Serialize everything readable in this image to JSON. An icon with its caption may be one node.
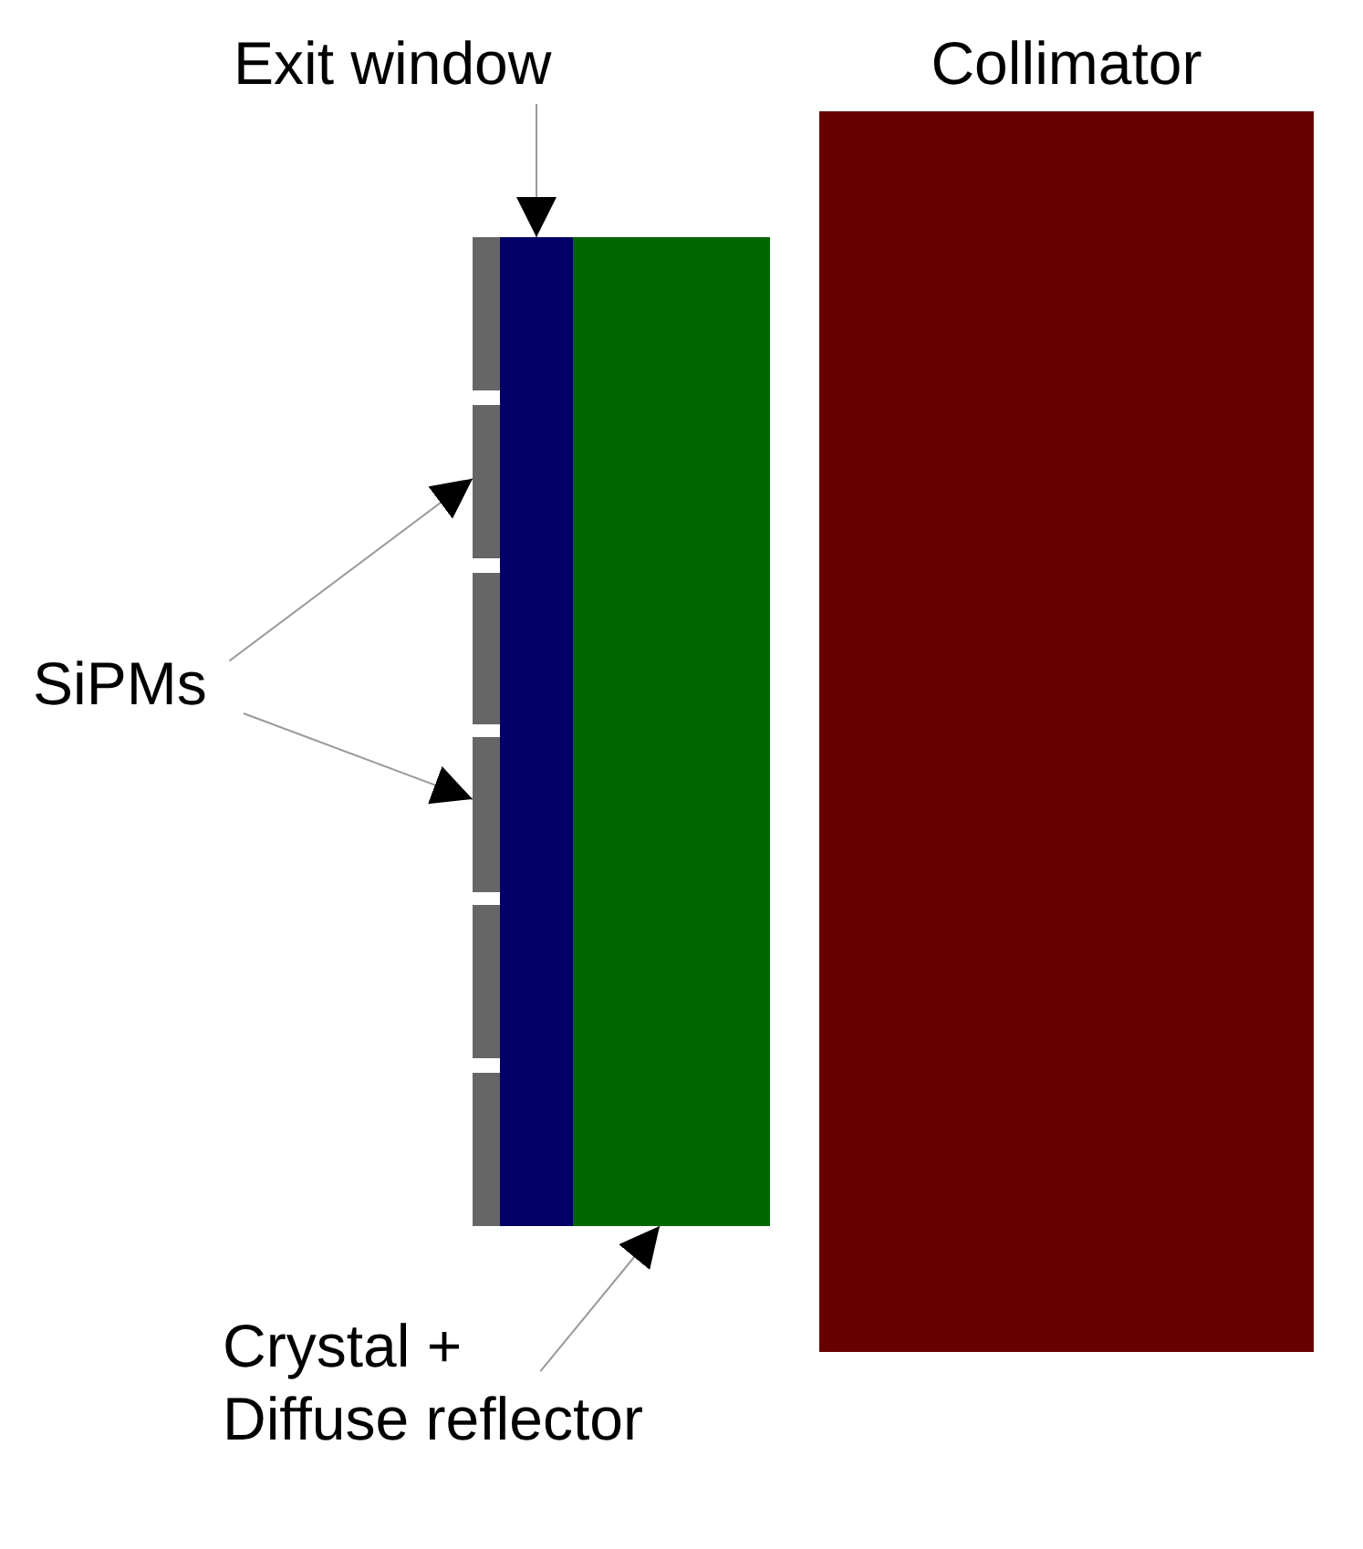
{
  "diagram": {
    "nodes": [
      {
        "text": [
          "Exit window"
        ]
      },
      {
        "text": [],
        "shape": "box"
      },
      {
        "text": [
          "Collimator"
        ]
      },
      {
        "text": [
          "SiPMs"
        ]
      },
      {
        "text": [],
        "shape": "box"
      },
      {
        "text": [],
        "shape": "box"
      },
      {
        "text": [],
        "shape": "box"
      },
      {
        "text": [],
        "shape": "box"
      },
      {
        "text": [],
        "shape": "box"
      },
      {
        "text": [],
        "shape": "box"
      },
      {
        "text": [
          "Crystal + Diffuse reflector"
        ]
      },
      {
        "text": [],
        "shape": "box"
      }
    ],
    "edges": [
      {
        "from": 0,
        "to": 1,
        "arrow": "to"
      },
      {
        "from": 3,
        "to": 5,
        "arrow": "to"
      },
      {
        "from": 3,
        "to": 7,
        "arrow": "to"
      },
      {
        "from": 10,
        "to": 11,
        "arrow": "to"
      }
    ]
  }
}
